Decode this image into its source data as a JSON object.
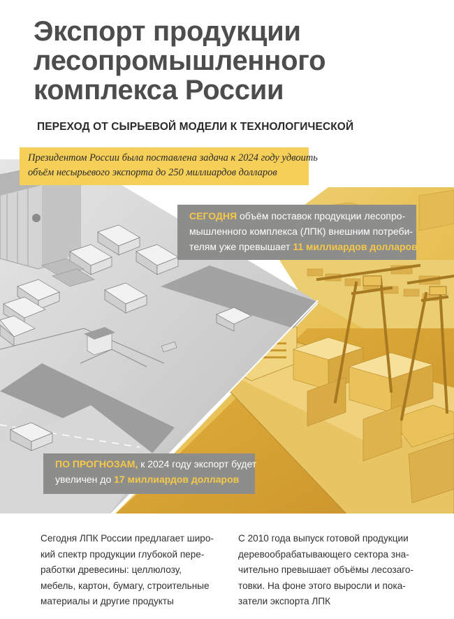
{
  "header": {
    "title_lines": [
      "Экспорт продукции",
      "лесопромышленного",
      "комплекса России"
    ],
    "subtitle": "ПЕРЕХОД ОТ СЫРЬЕВОЙ МОДЕЛИ К ТЕХНОЛОГИЧЕСКОЙ"
  },
  "note": {
    "lines": [
      "Президентом России была поставлена задача к 2024 году удвоить",
      "объём несырьевого экспорта до 250 миллиардов долларов"
    ]
  },
  "today_box": {
    "highlight": "СЕГОДНЯ",
    "line1_rest": " объём поставок продукции лесопро-",
    "line2": "мышленного комплекса (ЛПК) внешним потреби-",
    "line3_text": "телям уже превышает ",
    "line3_highlight": "11 миллиардов долларов"
  },
  "forecast_box": {
    "highlight": "ПО ПРОГНОЗАМ,",
    "line1_rest": " к 2024 году экспорт будет",
    "line2_text": "увеличен до ",
    "line2_highlight": "17 миллиардов долларов"
  },
  "columns": {
    "left": [
      "Сегодня ЛПК России предлагает широ-",
      "кий спектр продукции глубокой пере-",
      "работки древесины: целлюлозу,",
      "мебель, картон, бумагу, строительные",
      "материалы  и другие продукты"
    ],
    "right": [
      "С 2010 года выпуск готовой продукции",
      "деревообрабатывающего сектора зна-",
      "чительно превышает объёмы лесозаго-",
      "товки. На фоне этого выросли и пока-",
      "затели экспорта ЛПК"
    ]
  },
  "colors": {
    "accent_yellow": "#f6cf58",
    "highlight_yellow": "#f5c84a",
    "gray_box": "#8d8d8b",
    "title_gray": "#4d4d4d"
  }
}
